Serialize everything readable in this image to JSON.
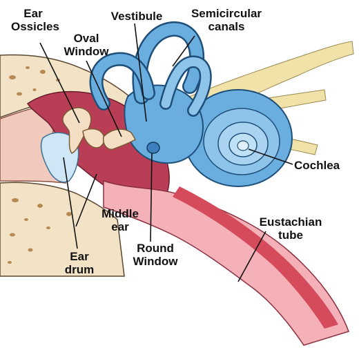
{
  "labels": {
    "ear_ossicles": [
      "Ear",
      "Ossicles"
    ],
    "oval_window": [
      "Oval",
      "Window"
    ],
    "vestibule": [
      "Vestibule"
    ],
    "semicircular_canals": [
      "Semicircular",
      "canals"
    ],
    "cochlea": [
      "Cochlea"
    ],
    "middle_ear": [
      "Middle",
      "ear"
    ],
    "round_window": [
      "Round",
      "Window"
    ],
    "eustachian_tube": [
      "Eustachian",
      "tube"
    ],
    "ear_drum": [
      "Ear",
      "drum"
    ]
  },
  "colors": {
    "bone": "#f3e3c6",
    "bone_spots": "#b5894f",
    "canal_skin": "#f2c9bd",
    "cavity": "#b93d55",
    "tube_pink": "#f4b2b8",
    "tube_red": "#d64b5c",
    "labyrinth_blue": "#6aaee0",
    "labyrinth_light": "#bfe0f5",
    "nerve": "#f0e2a8",
    "eardrum": "#cfe6f6",
    "ossicle": "#f5dfc4",
    "leader": "#111111"
  }
}
